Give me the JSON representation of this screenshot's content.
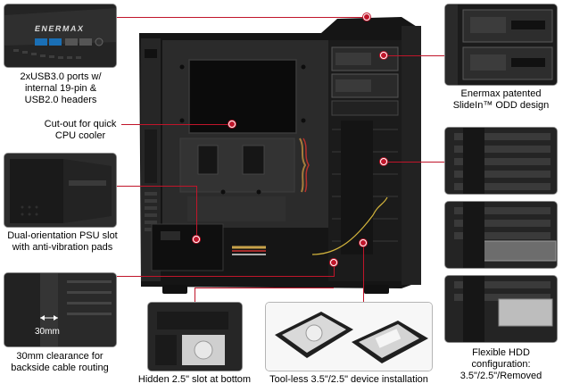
{
  "captions": {
    "usb": [
      "2xUSB3.0 ports w/",
      "internal 19-pin &",
      "USB2.0 headers"
    ],
    "cpu": [
      "Cut-out for quick",
      "CPU cooler"
    ],
    "psu": [
      "Dual-orientation PSU slot",
      "with anti-vibration pads"
    ],
    "clearance": [
      "30mm clearance for",
      "backside cable routing"
    ],
    "hidden": "Hidden 2.5\" slot at bottom",
    "toolless": "Tool-less 3.5\"/2.5\" device installation",
    "odd": [
      "Enermax patented",
      "SlideIn™ ODD design"
    ],
    "hdd": [
      "Flexible HDD",
      "configuration:",
      "3.5\"/2.5\"/Removed"
    ]
  },
  "image_text": {
    "brand": "ENERMAX",
    "measure": "30mm"
  },
  "colors": {
    "callout": "#c0152a",
    "case_dark": "#1c1c1c",
    "case_mid": "#2e2e2e",
    "case_edge": "#4a4a4a"
  }
}
